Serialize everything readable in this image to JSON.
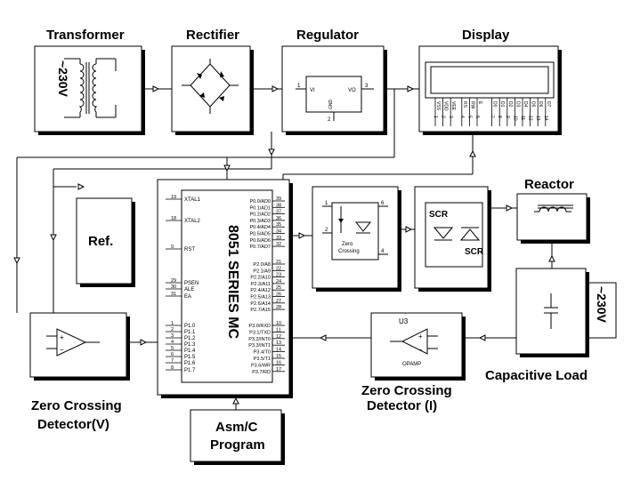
{
  "blocks": {
    "transformer": {
      "title": "Transformer",
      "voltage": "~230V"
    },
    "rectifier": {
      "title": "Rectifier"
    },
    "regulator": {
      "title": "Regulator",
      "pin_vi": "VI",
      "pin_vo": "VO",
      "pin_gnd": "GND",
      "n1": "1",
      "n2": "2",
      "n3": "3"
    },
    "display": {
      "title": "Display",
      "pins": [
        "VSS",
        "VDD",
        "VEE",
        "RS",
        "RW",
        "E",
        "D0",
        "D1",
        "D2",
        "D3",
        "D4",
        "D5",
        "D6",
        "D7"
      ],
      "pin_numbers": [
        "1",
        "2",
        "3",
        "4",
        "5",
        "6",
        "7",
        "8",
        "9",
        "10",
        "11",
        "12",
        "13",
        "14"
      ]
    },
    "ref": {
      "label": "Ref."
    },
    "mcu": {
      "title": "8051 SERIES MC",
      "left_pins": [
        {
          "num": "19",
          "name": "XTAL1"
        },
        {
          "num": "18",
          "name": "XTAL2"
        },
        {
          "num": "9",
          "name": "RST"
        },
        {
          "num": "29",
          "name": "PSEN"
        },
        {
          "num": "30",
          "name": "ALE"
        },
        {
          "num": "31",
          "name": "EA"
        },
        {
          "num": "1",
          "name": "P1.0"
        },
        {
          "num": "2",
          "name": "P1.1"
        },
        {
          "num": "3",
          "name": "P1.2"
        },
        {
          "num": "4",
          "name": "P1.3"
        },
        {
          "num": "5",
          "name": "P1.4"
        },
        {
          "num": "6",
          "name": "P1.5"
        },
        {
          "num": "7",
          "name": "P1.6"
        },
        {
          "num": "8",
          "name": "P1.7"
        }
      ],
      "right_pins": [
        {
          "num": "39",
          "name": "P0.0/AD0"
        },
        {
          "num": "38",
          "name": "P0.1/AD1"
        },
        {
          "num": "37",
          "name": "P0.2/AD2"
        },
        {
          "num": "36",
          "name": "P0.3/AD3"
        },
        {
          "num": "35",
          "name": "P0.4/AD4"
        },
        {
          "num": "34",
          "name": "P0.5/AD5"
        },
        {
          "num": "33",
          "name": "P0.6/AD6"
        },
        {
          "num": "32",
          "name": "P0.7/AD7"
        },
        {
          "num": "21",
          "name": "P2.0/A8"
        },
        {
          "num": "22",
          "name": "P2.1/A9"
        },
        {
          "num": "23",
          "name": "P2.2/A10"
        },
        {
          "num": "24",
          "name": "P2.3/A11"
        },
        {
          "num": "25",
          "name": "P2.4/A12"
        },
        {
          "num": "26",
          "name": "P2.5/A13"
        },
        {
          "num": "27",
          "name": "P2.6/A14"
        },
        {
          "num": "28",
          "name": "P2.7/A15"
        },
        {
          "num": "10",
          "name": "P3.0/RXD"
        },
        {
          "num": "11",
          "name": "P3.1/TXD"
        },
        {
          "num": "12",
          "name": "P3.2/INT0"
        },
        {
          "num": "13",
          "name": "P3.3/INT1"
        },
        {
          "num": "14",
          "name": "P3.4/T0"
        },
        {
          "num": "15",
          "name": "P3.5/T1"
        },
        {
          "num": "16",
          "name": "P3.6/WR"
        },
        {
          "num": "17",
          "name": "P3.7/RD"
        }
      ]
    },
    "opto": {
      "caption1": "Zero",
      "caption2": "Crossing",
      "n1": "1",
      "n2": "2",
      "n4": "4",
      "n6": "6"
    },
    "scr": {
      "label1": "SCR",
      "label2": "SCR"
    },
    "reactor": {
      "title": "Reactor"
    },
    "capacitive_load": {
      "title": "Capacitive Load",
      "voltage": "~230V"
    },
    "zcd_i": {
      "part": "U3",
      "opamp": "OPAMP",
      "line1": "Zero Crossing",
      "line2": "Detector (I)"
    },
    "zcd_v": {
      "line1": "Zero Crossing",
      "line2": "Detector(V)"
    },
    "program": {
      "line1": "Asm/C",
      "line2": "Program"
    }
  }
}
